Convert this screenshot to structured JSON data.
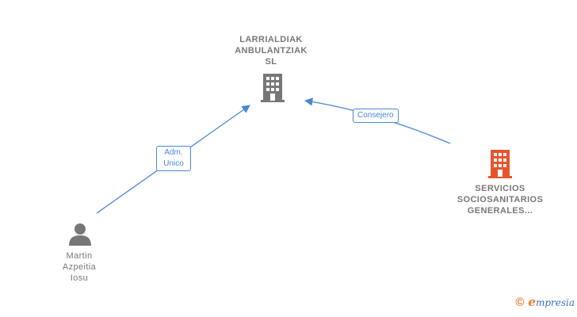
{
  "nodes": {
    "company_main": {
      "lines": [
        "LARRIALDIAK",
        "ANBULANTZIAK",
        "SL"
      ],
      "icon": "building-icon",
      "color": "#777777"
    },
    "company_parent": {
      "lines": [
        "SERVICIOS",
        "SOCIOSANITARIOS",
        "GENERALES..."
      ],
      "icon": "building-icon",
      "color": "#e8542a"
    },
    "person": {
      "lines": [
        "Martin",
        "Azpeitia",
        "Iosu"
      ],
      "icon": "person-icon",
      "color": "#777777"
    }
  },
  "edges": {
    "person_to_main": {
      "lines": [
        "Adm.",
        "Unico"
      ]
    },
    "parent_to_main": {
      "lines": [
        "Consejero"
      ]
    }
  },
  "watermark": {
    "symbol": "©",
    "brand_initial": "e",
    "brand_rest": "mpresia"
  },
  "colors": {
    "edge": "#4a86d6",
    "node_grey": "#777777",
    "node_highlight": "#e8542a"
  }
}
